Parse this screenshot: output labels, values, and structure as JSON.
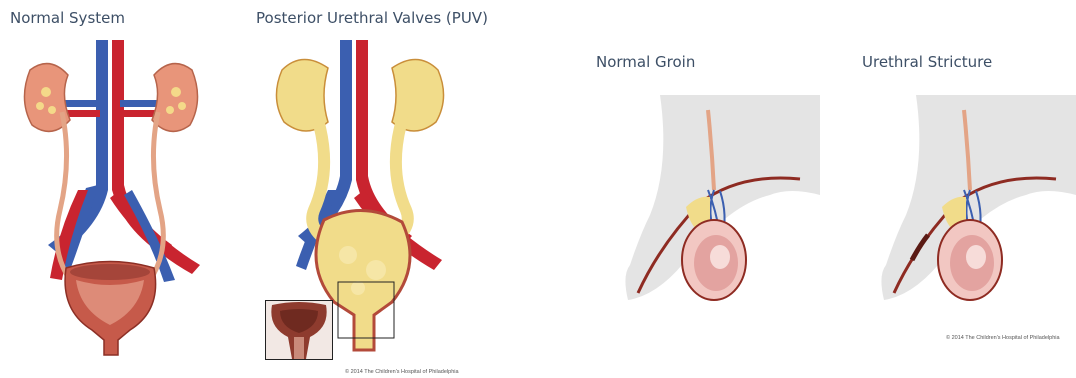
{
  "panels": {
    "normal_system": {
      "title": "Normal System"
    },
    "puv": {
      "title": "Posterior Urethral Valves (PUV)",
      "credit": "© 2014 The Children's Hospital of Philadelphia"
    },
    "normal_groin": {
      "title": "Normal Groin"
    },
    "urethral_stricture": {
      "title": "Urethral Stricture",
      "credit": "© 2014 The Children's Hospital of Philadelphia"
    }
  },
  "colors": {
    "title_text": "#3d4f66",
    "artery": "#c9242f",
    "vein": "#3b5fb0",
    "kidney": "#e8957a",
    "dilated_tract": "#f1dc8a",
    "bladder_wall": "#c65a4a",
    "body_silhouette": "#e4e4e4"
  }
}
